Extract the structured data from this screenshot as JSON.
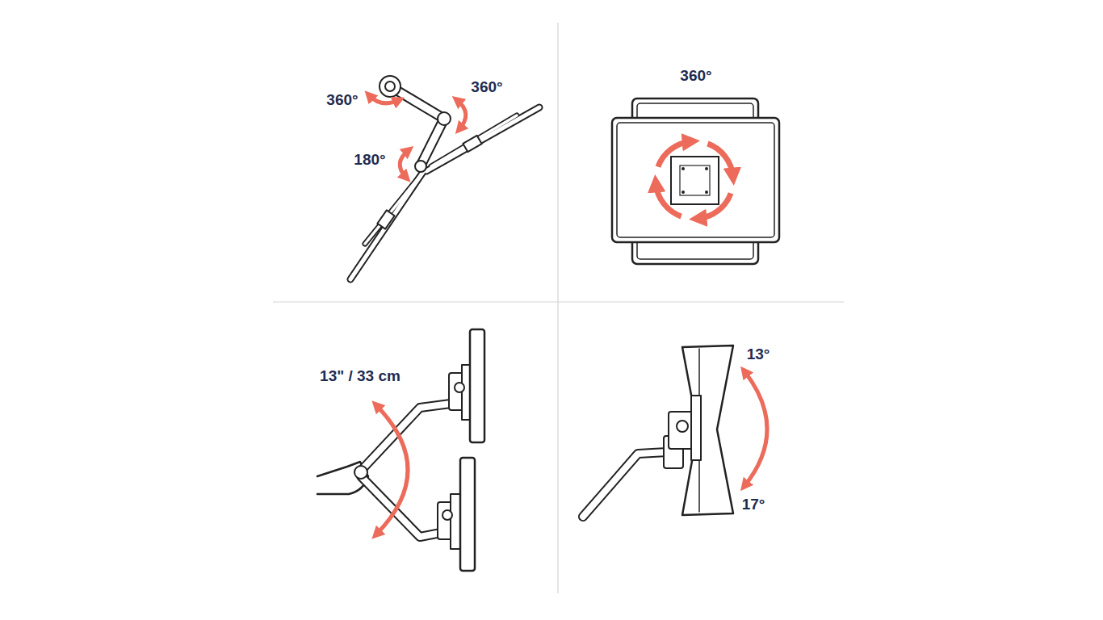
{
  "diagram": {
    "labels": [
      "360°",
      "360°",
      "180°",
      "360°",
      "13\" / 33 cm",
      "13°",
      "17°"
    ]
  }
}
